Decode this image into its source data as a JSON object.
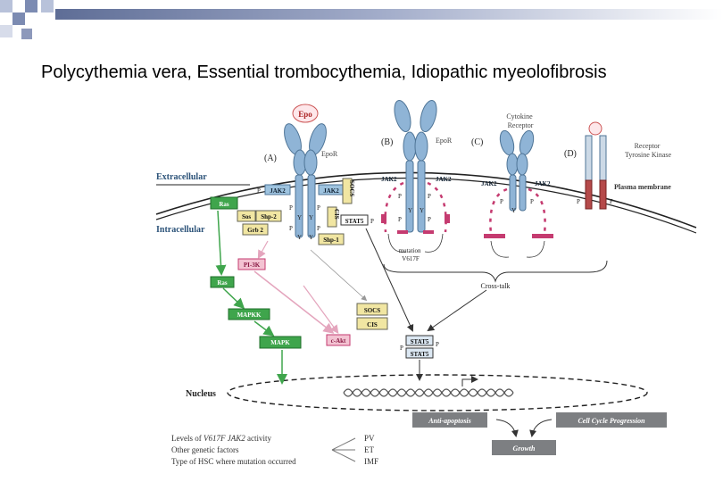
{
  "slide": {
    "title": "Polycythemia vera, Essential trombocythemia, Idiopathic myeolofibrosis"
  },
  "colors": {
    "receptor": "#8fb4d6",
    "receptor_stroke": "#4f7597",
    "jak": "#9ec3df",
    "pink": "#c53b70",
    "green": "#3fa54c",
    "yellow": "#f1e6a2",
    "gray_box": "#7d7f82",
    "corner": "#7c8bb2"
  },
  "diagram": {
    "panels": {
      "a": "(A)",
      "b": "(B)",
      "c": "(C)",
      "d": "(D)"
    },
    "regions": {
      "extracellular": "Extracellular",
      "intracellular": "Intracellular",
      "nucleus": "Nucleus",
      "plasma_membrane": "Plasma membrane"
    },
    "receptors": {
      "epo": "Epo",
      "epor_a": "EpoR",
      "epor_b": "EpoR",
      "cytokine_receptor": [
        "Cytokine",
        "Receptor"
      ],
      "receptor_tyrosine_kinase": [
        "Receptor",
        "Tyrosine Kinase"
      ]
    },
    "proteins": {
      "jak2_left": "JAK2",
      "jak2_right": "JAK2",
      "jak2_b_left": "JAK2",
      "jak2_b_right": "JAK2",
      "jak2_c_left": "JAK2",
      "jak2_c_right": "JAK2",
      "socs_vertical": "SOCS",
      "cis_vertical": "CIS",
      "stat5_a": "STAT5",
      "ras_top": "Ras",
      "sos": "Sos",
      "shp2": "Shp-2",
      "grb2": "Grb 2",
      "shp1": "Shp-1",
      "pi3k": "PI-3K",
      "ras": "Ras",
      "mapkk": "MAPKK",
      "mapk": "MAPK",
      "c_akt": "c-Akt",
      "socs": "SOCS",
      "cis": "CIS",
      "stat5_top": "STAT5",
      "stat5_bottom": "STAT5"
    },
    "residues": {
      "p": "P",
      "y": "Y"
    },
    "annotations": {
      "mutation": [
        "mutation",
        "V617F"
      ],
      "cross_talk": "Cross-talk"
    },
    "outcomes": {
      "anti_apoptosis": "Anti-apoptosis",
      "cell_cycle": "Cell Cycle Progression",
      "growth": "Growth"
    },
    "legend": {
      "factor_1_prefix": "Levels of ",
      "factor_1_em": "V617F JAK2",
      "factor_1_suffix": " activity",
      "factor_2": "Other genetic factors",
      "factor_3": "Type of HSC where mutation occurred",
      "pv": "PV",
      "et": "ET",
      "imf": "IMF"
    }
  }
}
